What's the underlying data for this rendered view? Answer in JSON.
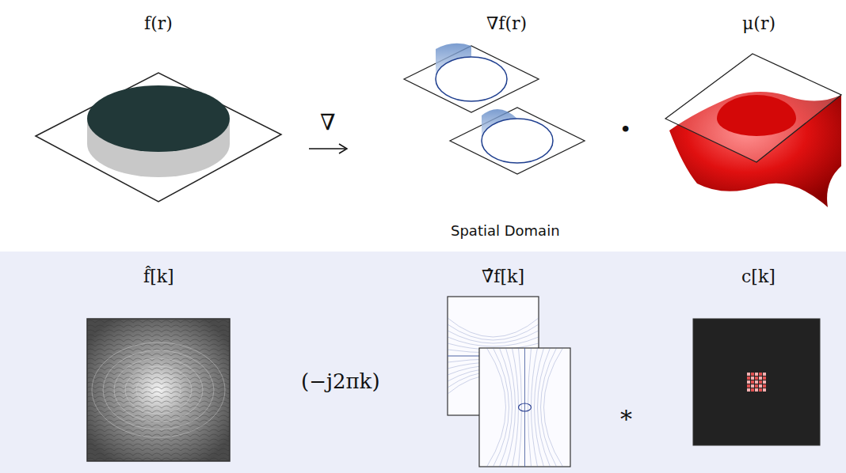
{
  "diagram": {
    "nodes": [
      {
        "text": [
          "f̂[k]",
          "(−j2πk)",
          "∇̂f[k]",
          "*",
          "c[k]"
        ]
      }
    ],
    "labels": [
      "f(r)",
      "∇",
      "∇f(r)",
      "•",
      "μ(r)",
      "Spatial Domain"
    ]
  }
}
